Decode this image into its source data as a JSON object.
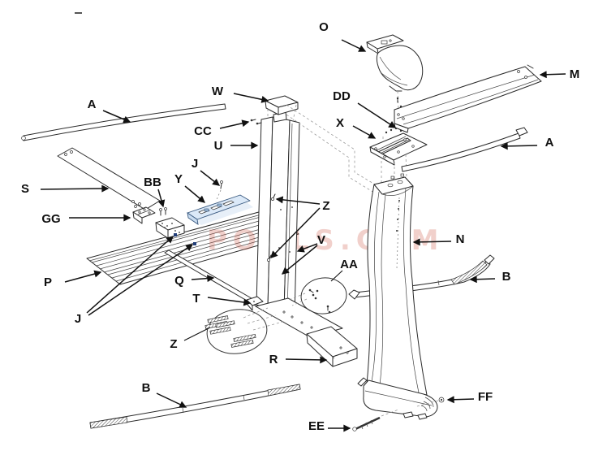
{
  "diagram": {
    "type": "exploded-parts-diagram",
    "subject": "Above-ground pool frame section exploded view",
    "watermark": "POOLS.COM"
  },
  "colors": {
    "line": "#2a2a2a",
    "callout_text": "#101010",
    "watermark_pink": "#cc5544",
    "bracket_blue_tint": "#dbe9f8",
    "clip_blue": "#24407a"
  },
  "labels": {
    "a_left": "A",
    "w": "W",
    "cc": "CC",
    "u": "U",
    "j_top": "J",
    "s": "S",
    "bb": "BB",
    "y": "Y",
    "gg": "GG",
    "p": "P",
    "j_bottom": "J",
    "q": "Q",
    "t": "T",
    "z_lower": "Z",
    "r": "R",
    "b_left": "B",
    "o": "O",
    "dd": "DD",
    "x": "X",
    "m": "M",
    "a_right": "A",
    "z_mid": "Z",
    "v": "V",
    "aa": "AA",
    "n": "N",
    "b_right": "B",
    "ff": "FF",
    "ee": "EE"
  }
}
